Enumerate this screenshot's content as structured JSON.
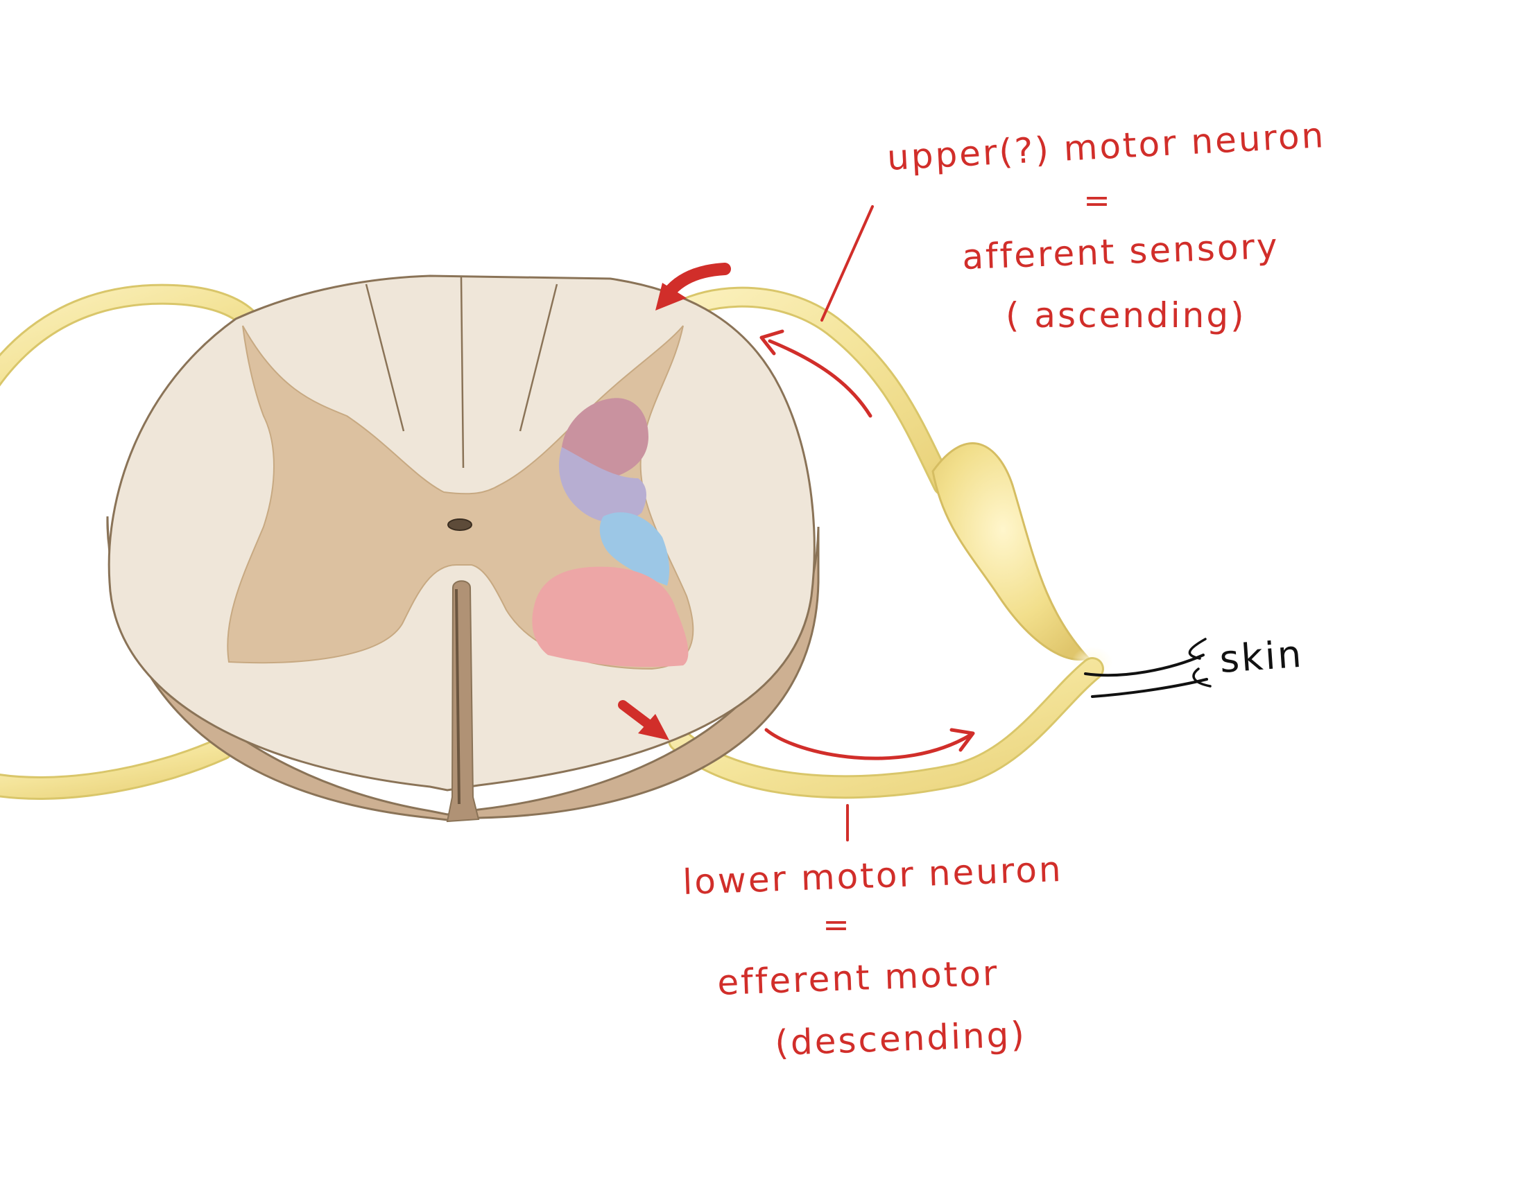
{
  "colors": {
    "annotation": "#d12e2a",
    "skin_text": "#111111",
    "nerve": "#f4e49a",
    "nerve_stroke": "#d9c66a",
    "white_matter": "#efe6d9",
    "gray_matter": "#dcc1a0",
    "cord_side": "#cdb092",
    "outline": "#8a7357",
    "region_mauve": "#c9929f",
    "region_lavender": "#b7aed2",
    "region_blue": "#9cc7e6",
    "region_pink": "#eda6a6"
  },
  "labels": {
    "upper_line1": "upper(?) motor neuron",
    "upper_eq": "=",
    "upper_line2": "afferent sensory",
    "upper_line3": "( ascending)",
    "lower_line1": "lower motor neuron",
    "lower_eq": "=",
    "lower_line2": "efferent motor",
    "lower_line3": "(descending)",
    "skin": "skin"
  }
}
